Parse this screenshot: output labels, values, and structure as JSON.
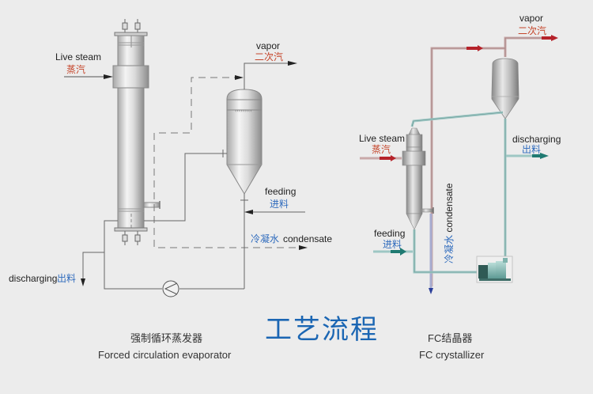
{
  "title": "工艺流程",
  "left_diagram": {
    "caption_cn": "强制循环蒸发器",
    "caption_en": "Forced circulation evaporator",
    "labels": {
      "live_steam_en": "Live steam",
      "live_steam_cn": "蒸汽",
      "vapor_en": "vapor",
      "vapor_cn": "二次汽",
      "feeding_en": "feeding",
      "feeding_cn": "进料",
      "condensate_cn": "冷凝水",
      "condensate_en": "condensate",
      "discharging_en": "discharging",
      "discharging_cn": "出料"
    }
  },
  "right_diagram": {
    "caption_cn": "FC结晶器",
    "caption_en": "FC crystallizer",
    "labels": {
      "vapor_en": "vapor",
      "vapor_cn": "二次汽",
      "live_steam_en": "Live steam",
      "live_steam_cn": "蒸汽",
      "discharging_en": "discharging",
      "discharging_cn": "出料",
      "feeding_en": "feeding",
      "feeding_cn": "进料",
      "condensate_cn": "冷凝水",
      "condensate_en": "condensate"
    }
  },
  "colors": {
    "background": "#ececec",
    "title": "#1b66b3",
    "label_cn_red": "#c5452a",
    "label_cn_blue": "#2f6bbd",
    "steam_pipe": "#c9a9a9",
    "steam_arrow": "#b5222a",
    "liquid_pipe": "#9ec7c4",
    "liquid_arrow": "#1f7a72",
    "condensate_pipe": "#a7abd0",
    "condensate_arrow": "#2b3f9a"
  }
}
